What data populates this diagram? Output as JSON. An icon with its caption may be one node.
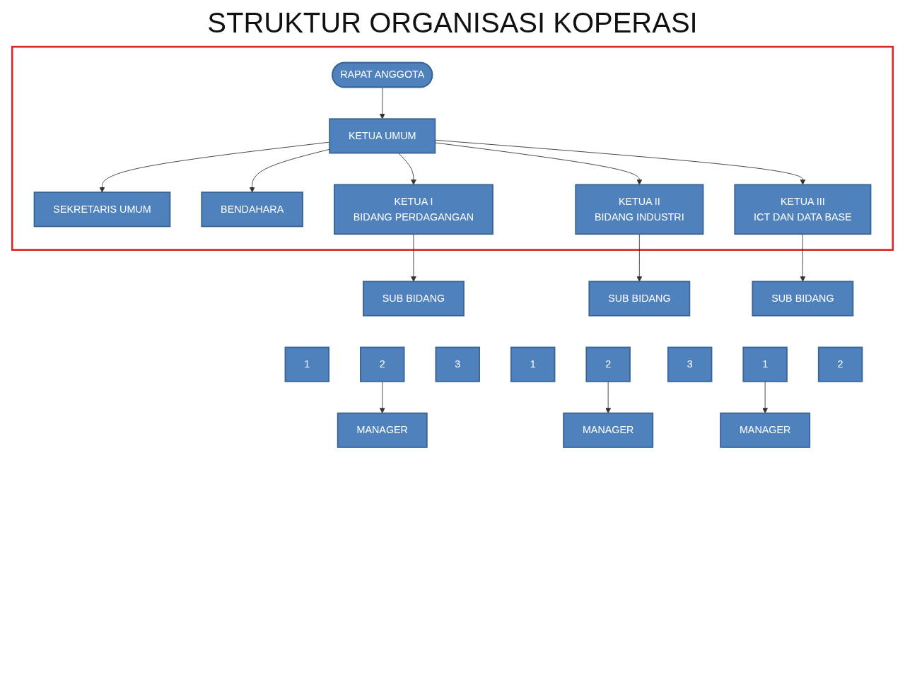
{
  "diagram": {
    "title": "STRUKTUR ORGANISASI KOPERASI",
    "nodes": [
      {
        "text": [],
        "shape": "box"
      },
      {
        "text": [
          "RAPAT ANGGOTA"
        ],
        "in": 0
      },
      {
        "text": [
          "KETUA UMUM"
        ],
        "in": 0
      },
      {
        "text": [
          "SEKRETARIS UMUM"
        ],
        "in": 0
      },
      {
        "text": [
          "BENDAHARA"
        ],
        "in": 0
      },
      {
        "text": [
          "KETUA I",
          "BIDANG PERDAGANGAN"
        ],
        "in": 0
      },
      {
        "text": [
          "KETUA II",
          "BIDANG INDUSTRI"
        ],
        "in": 0
      },
      {
        "text": [
          "KETUA III",
          "ICT DAN DATA BASE"
        ],
        "in": 0
      },
      {
        "text": [
          "SUB BIDANG"
        ]
      },
      {
        "text": [
          "1"
        ]
      },
      {
        "text": [
          "2"
        ]
      },
      {
        "text": [
          "3"
        ]
      },
      {
        "text": [
          "MANAGER"
        ]
      },
      {
        "text": [
          "SUB BIDANG"
        ]
      },
      {
        "text": [
          "1"
        ]
      },
      {
        "text": [
          "2"
        ]
      },
      {
        "text": [
          "3"
        ]
      },
      {
        "text": [
          "MANAGER"
        ]
      },
      {
        "text": [
          "SUB BIDANG"
        ]
      },
      {
        "text": [
          "1"
        ]
      },
      {
        "text": [
          "2"
        ]
      },
      {
        "text": [
          "MANAGER"
        ]
      }
    ],
    "edges": [
      {
        "from": 1,
        "to": 2,
        "arrow": "to"
      },
      {
        "from": 2,
        "to": 3,
        "arrow": "to"
      },
      {
        "from": 2,
        "to": 4,
        "arrow": "to"
      },
      {
        "from": 2,
        "to": 5,
        "arrow": "to"
      },
      {
        "from": 2,
        "to": 6,
        "arrow": "to"
      },
      {
        "from": 2,
        "to": 7,
        "arrow": "to"
      },
      {
        "from": 5,
        "to": 8,
        "arrow": "to"
      },
      {
        "from": 10,
        "to": 12,
        "arrow": "to"
      },
      {
        "from": 6,
        "to": 13,
        "arrow": "to"
      },
      {
        "from": 15,
        "to": 17,
        "arrow": "to"
      },
      {
        "from": 7,
        "to": 18,
        "arrow": "to"
      },
      {
        "from": 19,
        "to": 21,
        "arrow": "to"
      }
    ]
  }
}
